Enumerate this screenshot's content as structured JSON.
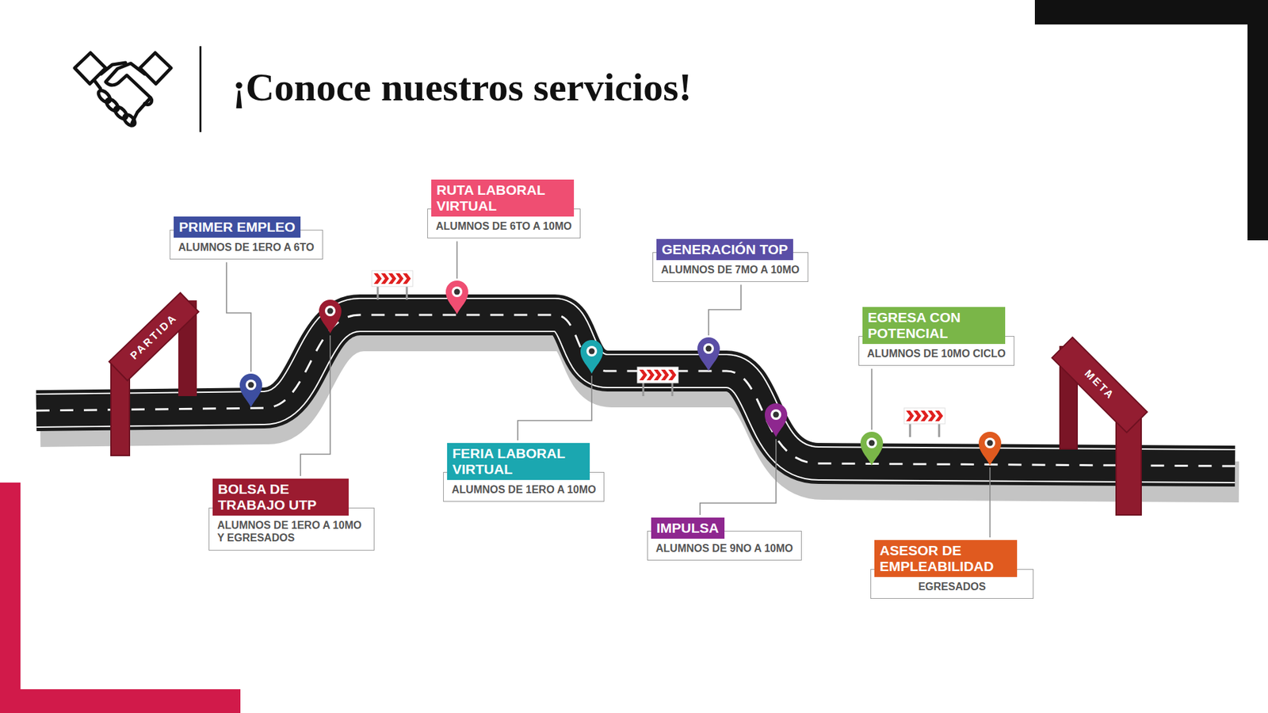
{
  "diagram": {
    "title": "¡Conoce nuestros servicios!",
    "nodes": [
      {
        "text": [
          "PRIMER EMPLEO",
          "ALUMNOS DE 1ERO A 6TO"
        ]
      },
      {
        "text": [
          "BOLSA DE TRABAJO UTP",
          "ALUMNOS DE 1ERO A 10MO Y EGRESADOS"
        ]
      },
      {
        "text": [
          "RUTA LABORAL VIRTUAL",
          "ALUMNOS DE 6TO A 10MO"
        ]
      },
      {
        "text": [
          "FERIA LABORAL VIRTUAL",
          "ALUMNOS DE 1ERO A 10MO"
        ]
      },
      {
        "text": [
          "GENERACIÓN TOP",
          "ALUMNOS DE 7MO A 10MO"
        ]
      },
      {
        "text": [
          "IMPULSA",
          "ALUMNOS DE 9NO A 10MO"
        ]
      },
      {
        "text": [
          "EGRESA CON POTENCIAL",
          "ALUMNOS DE 10MO CICLO"
        ]
      },
      {
        "text": [
          "ASESOR DE EMPLEABILIDAD",
          "EGRESADOS"
        ]
      }
    ],
    "labels": [
      "PARTIDA",
      "META"
    ]
  }
}
